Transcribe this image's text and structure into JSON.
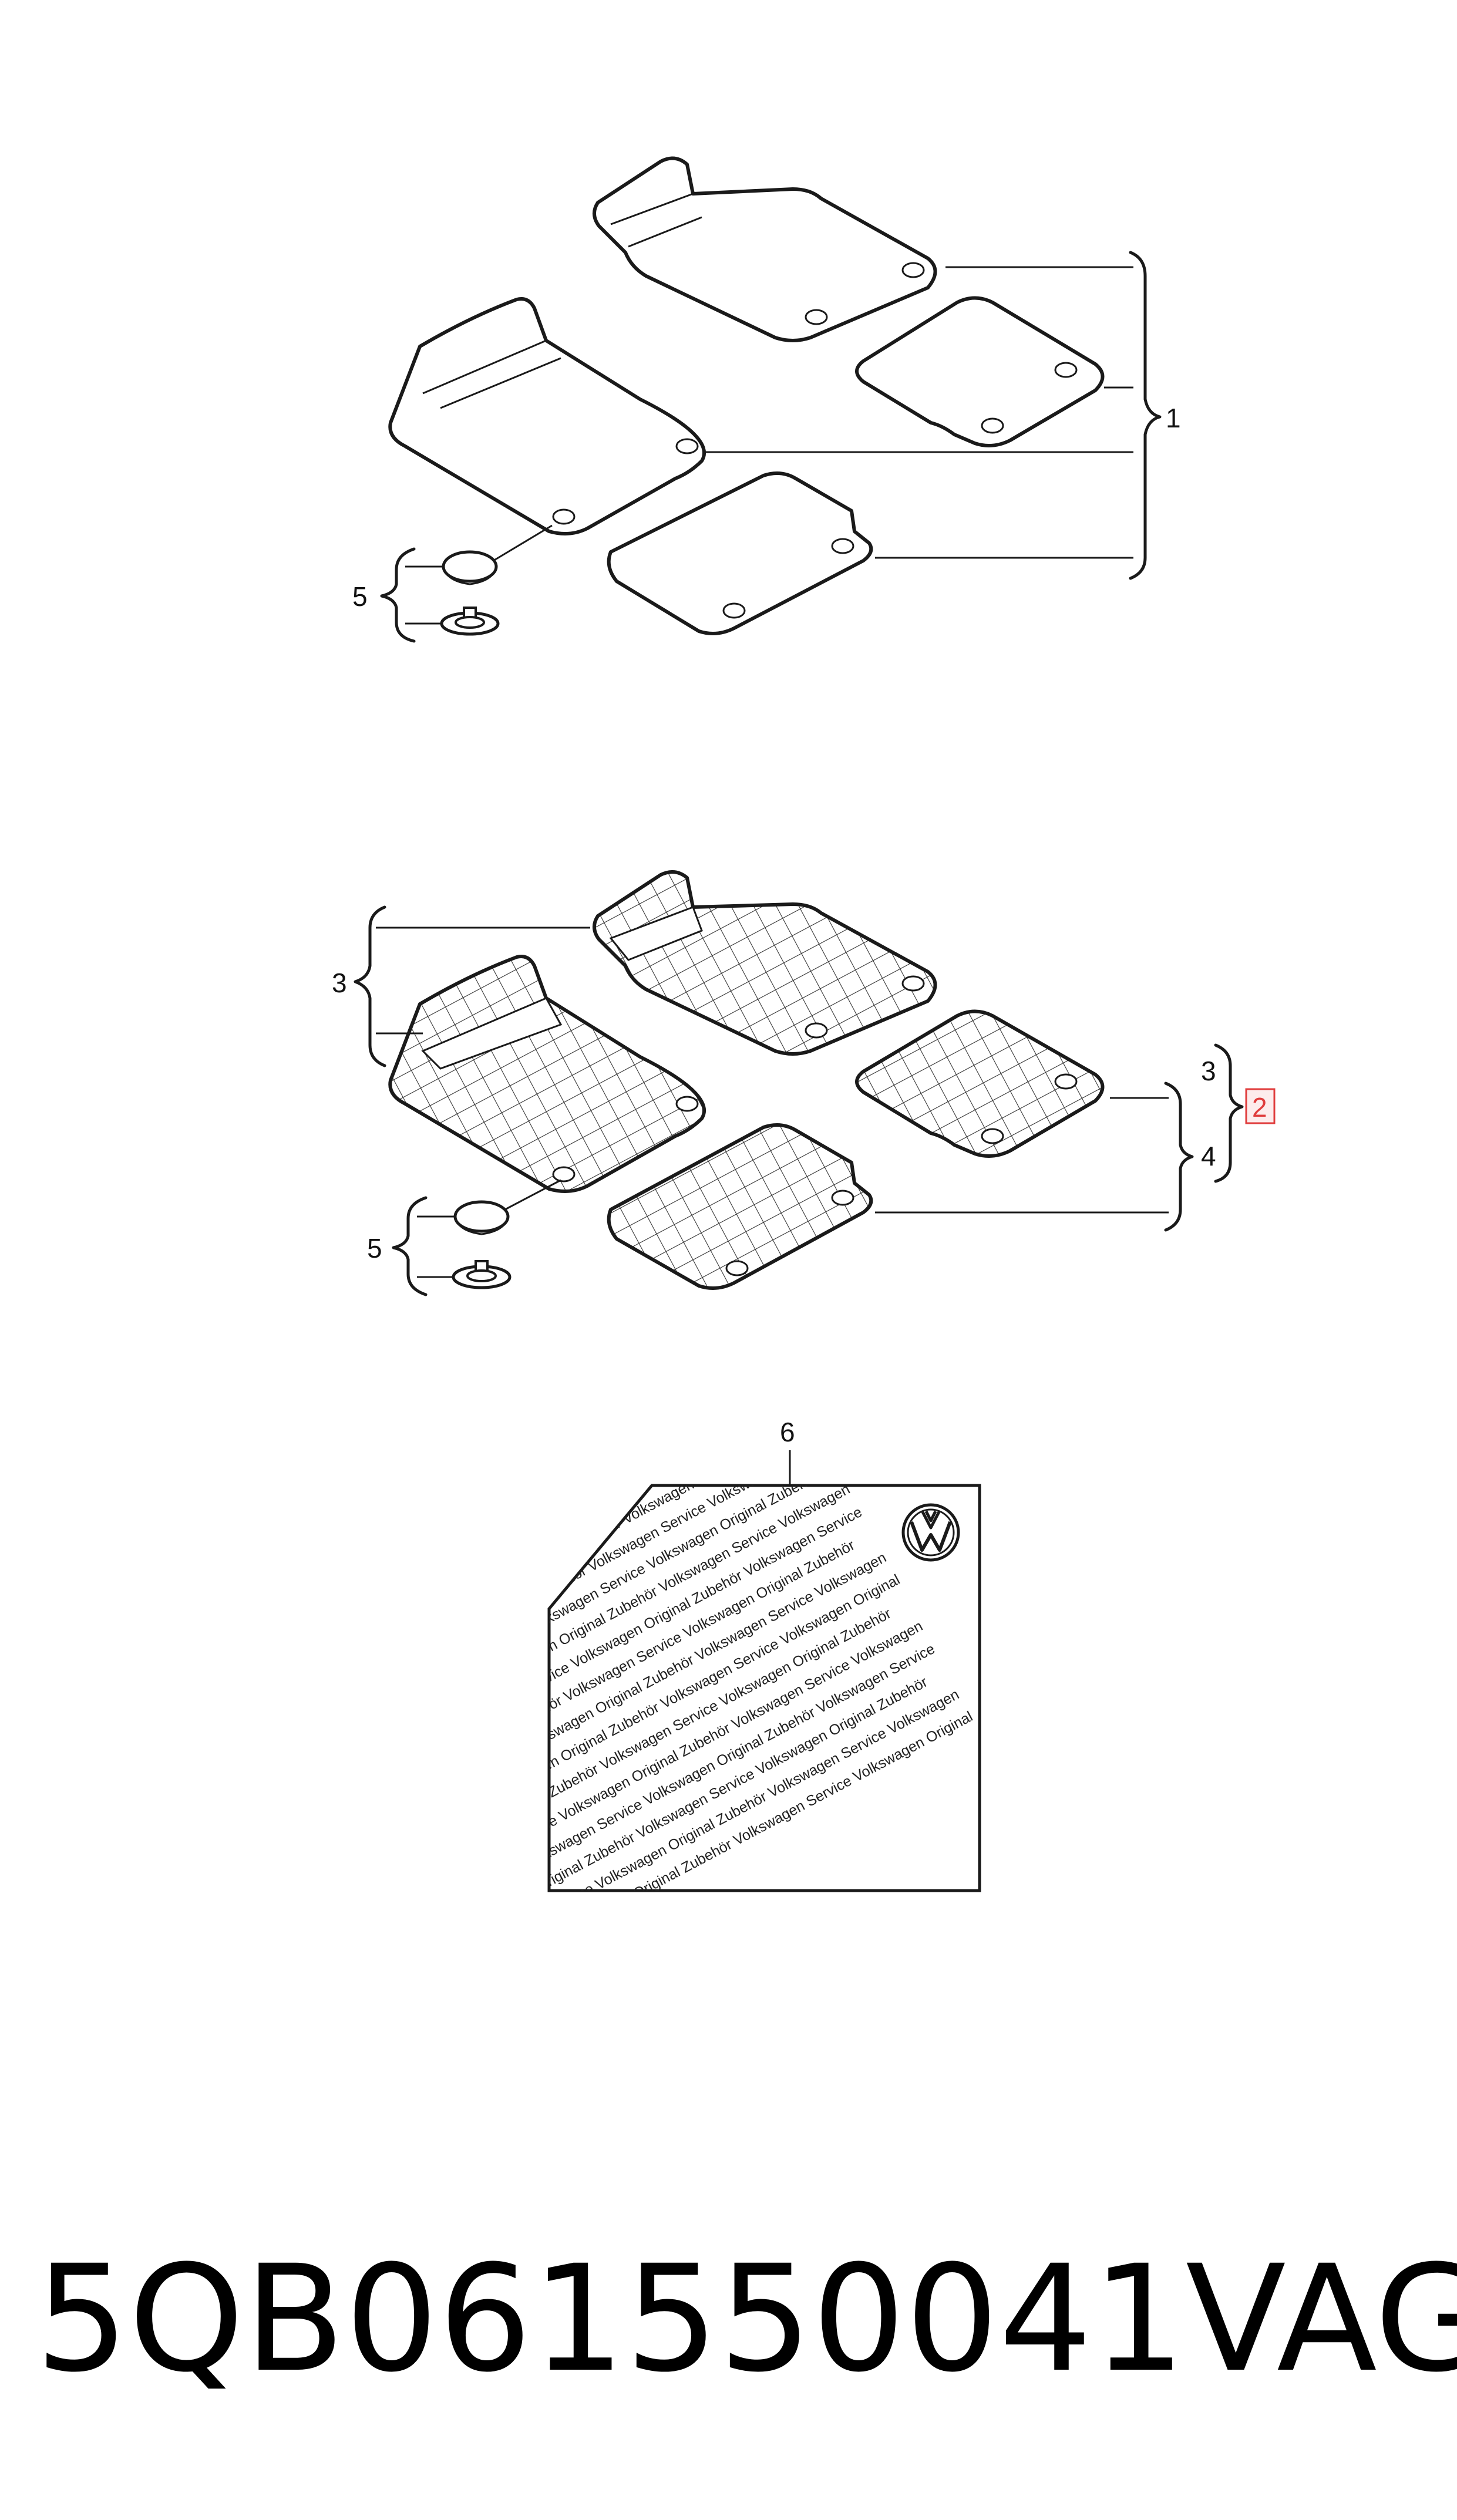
{
  "callouts": {
    "one": "1",
    "two": "2",
    "three_left": "3",
    "three_right": "3",
    "four": "4",
    "five_top": "5",
    "five_bottom": "5",
    "six": "6"
  },
  "sticker": {
    "lines": [
      "Volkswagen Original Zubehör Volkswagen Service Volkswagen Original",
      "Service Volkswagen Original Zubehör Volkswagen Service Volkswagen",
      "Original Zubehör Volkswagen Service Volkswagen Original Zubehör",
      "Volkswagen Service Volkswagen Original Zubehör Volkswagen Service",
      "Service Volkswagen Original Zubehör Volkswagen Service Volkswagen",
      "Original Zubehör Volkswagen Service Volkswagen Original Zubehör",
      "Volkswagen Original Zubehör Volkswagen Service Volkswagen Original",
      "Service Volkswagen Original Zubehör Volkswagen Service Volkswagen",
      "Original Zubehör Volkswagen Service Volkswagen Original Zubehör",
      "Volkswagen Service Volkswagen Original Zubehör Volkswagen Service",
      "Service Volkswagen Original Zubehör Volkswagen Service Volkswagen",
      "Original Zubehör Volkswagen Service Volkswagen Original Zubehör",
      "Volkswagen Original Zubehör Volkswagen Service Volkswagen Original",
      "Service Volkswagen Original Zubehör Volkswagen Service Volkswagen",
      "Original Zubehör Volkswagen Service Volkswagen Original Zubehör",
      "Volkswagen Service Volkswagen Original Zubehör Volkswagen Service",
      "Service Volkswagen Original Zubehör Volkswagen Service Volkswagen",
      "Original Zubehör Volkswagen Service Volkswagen Original Zubehör"
    ],
    "logo_icon": "vw-logo-icon"
  },
  "caption": {
    "part_number": "5QB061550041",
    "brand": "VAG"
  },
  "colors": {
    "highlight": "#e03c3c",
    "ink": "#1a1a1a"
  }
}
